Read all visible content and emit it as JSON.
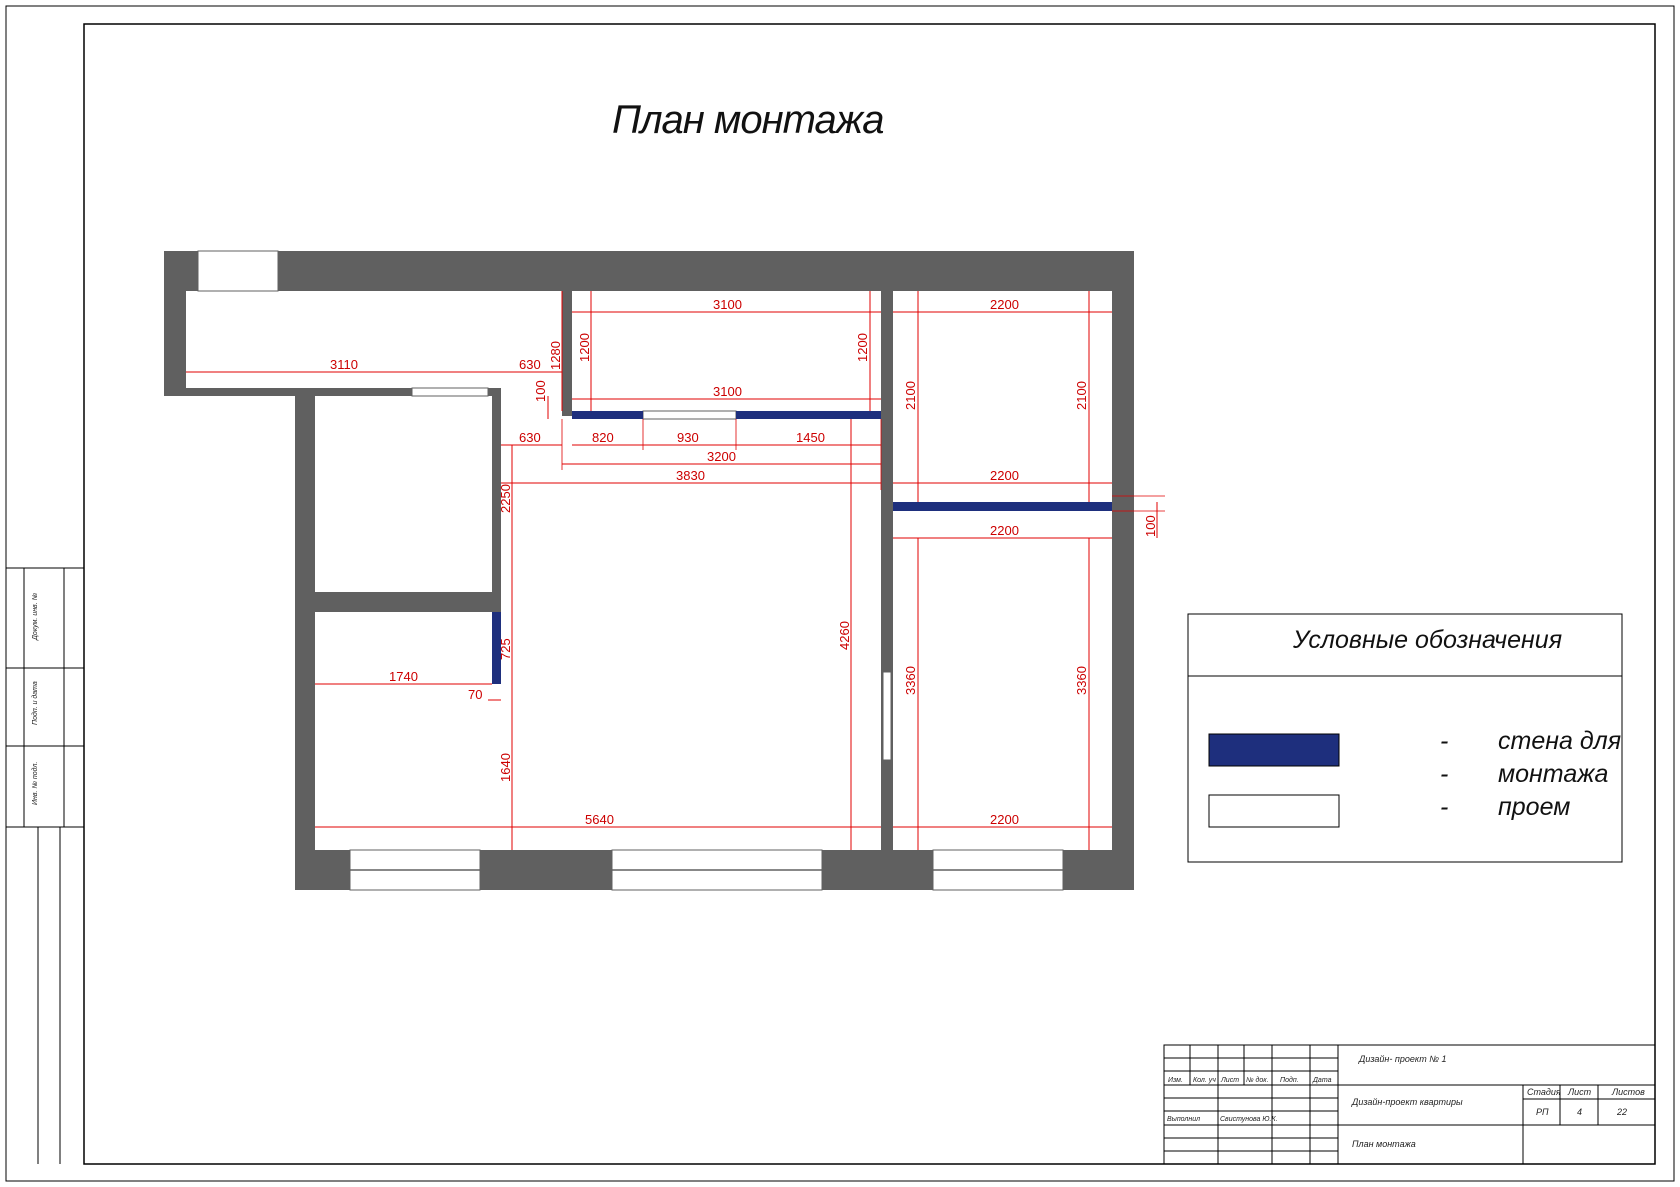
{
  "title": "План монтажа",
  "colors": {
    "wall": "#606060",
    "mount_wall": "#1e2f7d",
    "dimension": "#e00000",
    "frame": "#000000"
  },
  "dimensions": [
    "3110",
    "630",
    "1280",
    "1200",
    "3100",
    "1200",
    "2200",
    "2100",
    "2100",
    "100",
    "3100",
    "630",
    "820",
    "930",
    "1450",
    "3200",
    "3830",
    "2200",
    "2250",
    "100",
    "2200",
    "4260",
    "725",
    "1740",
    "70",
    "3360",
    "3360",
    "1640",
    "5640",
    "2200"
  ],
  "legend": {
    "title": "Условные обозначения",
    "dash": "-",
    "line1": "стена для",
    "line2": "монтажа",
    "line3": "проем"
  },
  "side_stamp": {
    "a": "Докум. инв. №",
    "b": "Подп. и дата",
    "c": "Инв. № подл."
  },
  "stamp": {
    "project": "Дизайн- проект № 1",
    "headers": [
      "Изм.",
      "Кол. уч",
      "Лист",
      "№ док.",
      "Подп.",
      "Дата"
    ],
    "performer_label": "Выполнил",
    "performer_name": "Свистунова Ю.К.",
    "doc_title": "Дизайн-проект квартиры",
    "sheet_title": "План монтажа",
    "stage_label": "Стадия",
    "sheet_label": "Лист",
    "sheets_label": "Листов",
    "stage": "РП",
    "sheet": "4",
    "sheets": "22"
  }
}
